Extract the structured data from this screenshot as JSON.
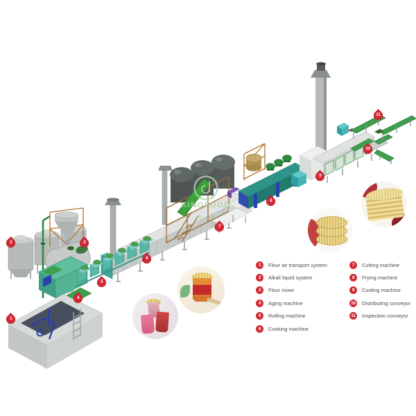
{
  "watermark": {
    "text": "KINGFOOD"
  },
  "legend": {
    "items": [
      {
        "num": "1",
        "label": "Flour air transport system"
      },
      {
        "num": "2",
        "label": "Alkali liquid system"
      },
      {
        "num": "3",
        "label": "Flour mixer"
      },
      {
        "num": "4",
        "label": "Aging machine"
      },
      {
        "num": "5",
        "label": "Rolling machine"
      },
      {
        "num": "6",
        "label": "Cooking machine"
      },
      {
        "num": "7",
        "label": "Cutting machine"
      },
      {
        "num": "8",
        "label": "Frying machine"
      },
      {
        "num": "9",
        "label": "Cooling machine"
      },
      {
        "num": "10",
        "label": "Distributing conveyor"
      },
      {
        "num": "11",
        "label": "Inspection conveyor"
      }
    ]
  },
  "diagram_markers": [
    {
      "num": "1",
      "machine": "Flour air transport system"
    },
    {
      "num": "2",
      "machine": "Alkali liquid system"
    },
    {
      "num": "3",
      "machine": "Flour mixer"
    },
    {
      "num": "4",
      "machine": "Aging machine"
    },
    {
      "num": "5",
      "machine": "Rolling machine"
    },
    {
      "num": "6",
      "machine": "Cooking machine"
    },
    {
      "num": "7",
      "machine": "Cutting machine"
    },
    {
      "num": "8",
      "machine": "Frying machine"
    },
    {
      "num": "9",
      "machine": "Cooling machine"
    },
    {
      "num": "10",
      "machine": "Distributing conveyor"
    },
    {
      "num": "11",
      "machine": "Inspection conveyor"
    }
  ],
  "product_photos": [
    {
      "name": "cup-noodles-pink"
    },
    {
      "name": "cup-noodle-orange-with-fork"
    },
    {
      "name": "round-noodle-cakes"
    },
    {
      "name": "square-noodle-cakes"
    }
  ],
  "colors": {
    "marker_red": "#d42a35",
    "conveyor_green": "#3f9f4f",
    "machine_teal": "#3fa89a",
    "scaffold_orange": "#b5722e",
    "machine_gray": "#c8ccca",
    "steam_tank_dark": "#565c5c",
    "watermark_green": "#b2d2aa"
  }
}
